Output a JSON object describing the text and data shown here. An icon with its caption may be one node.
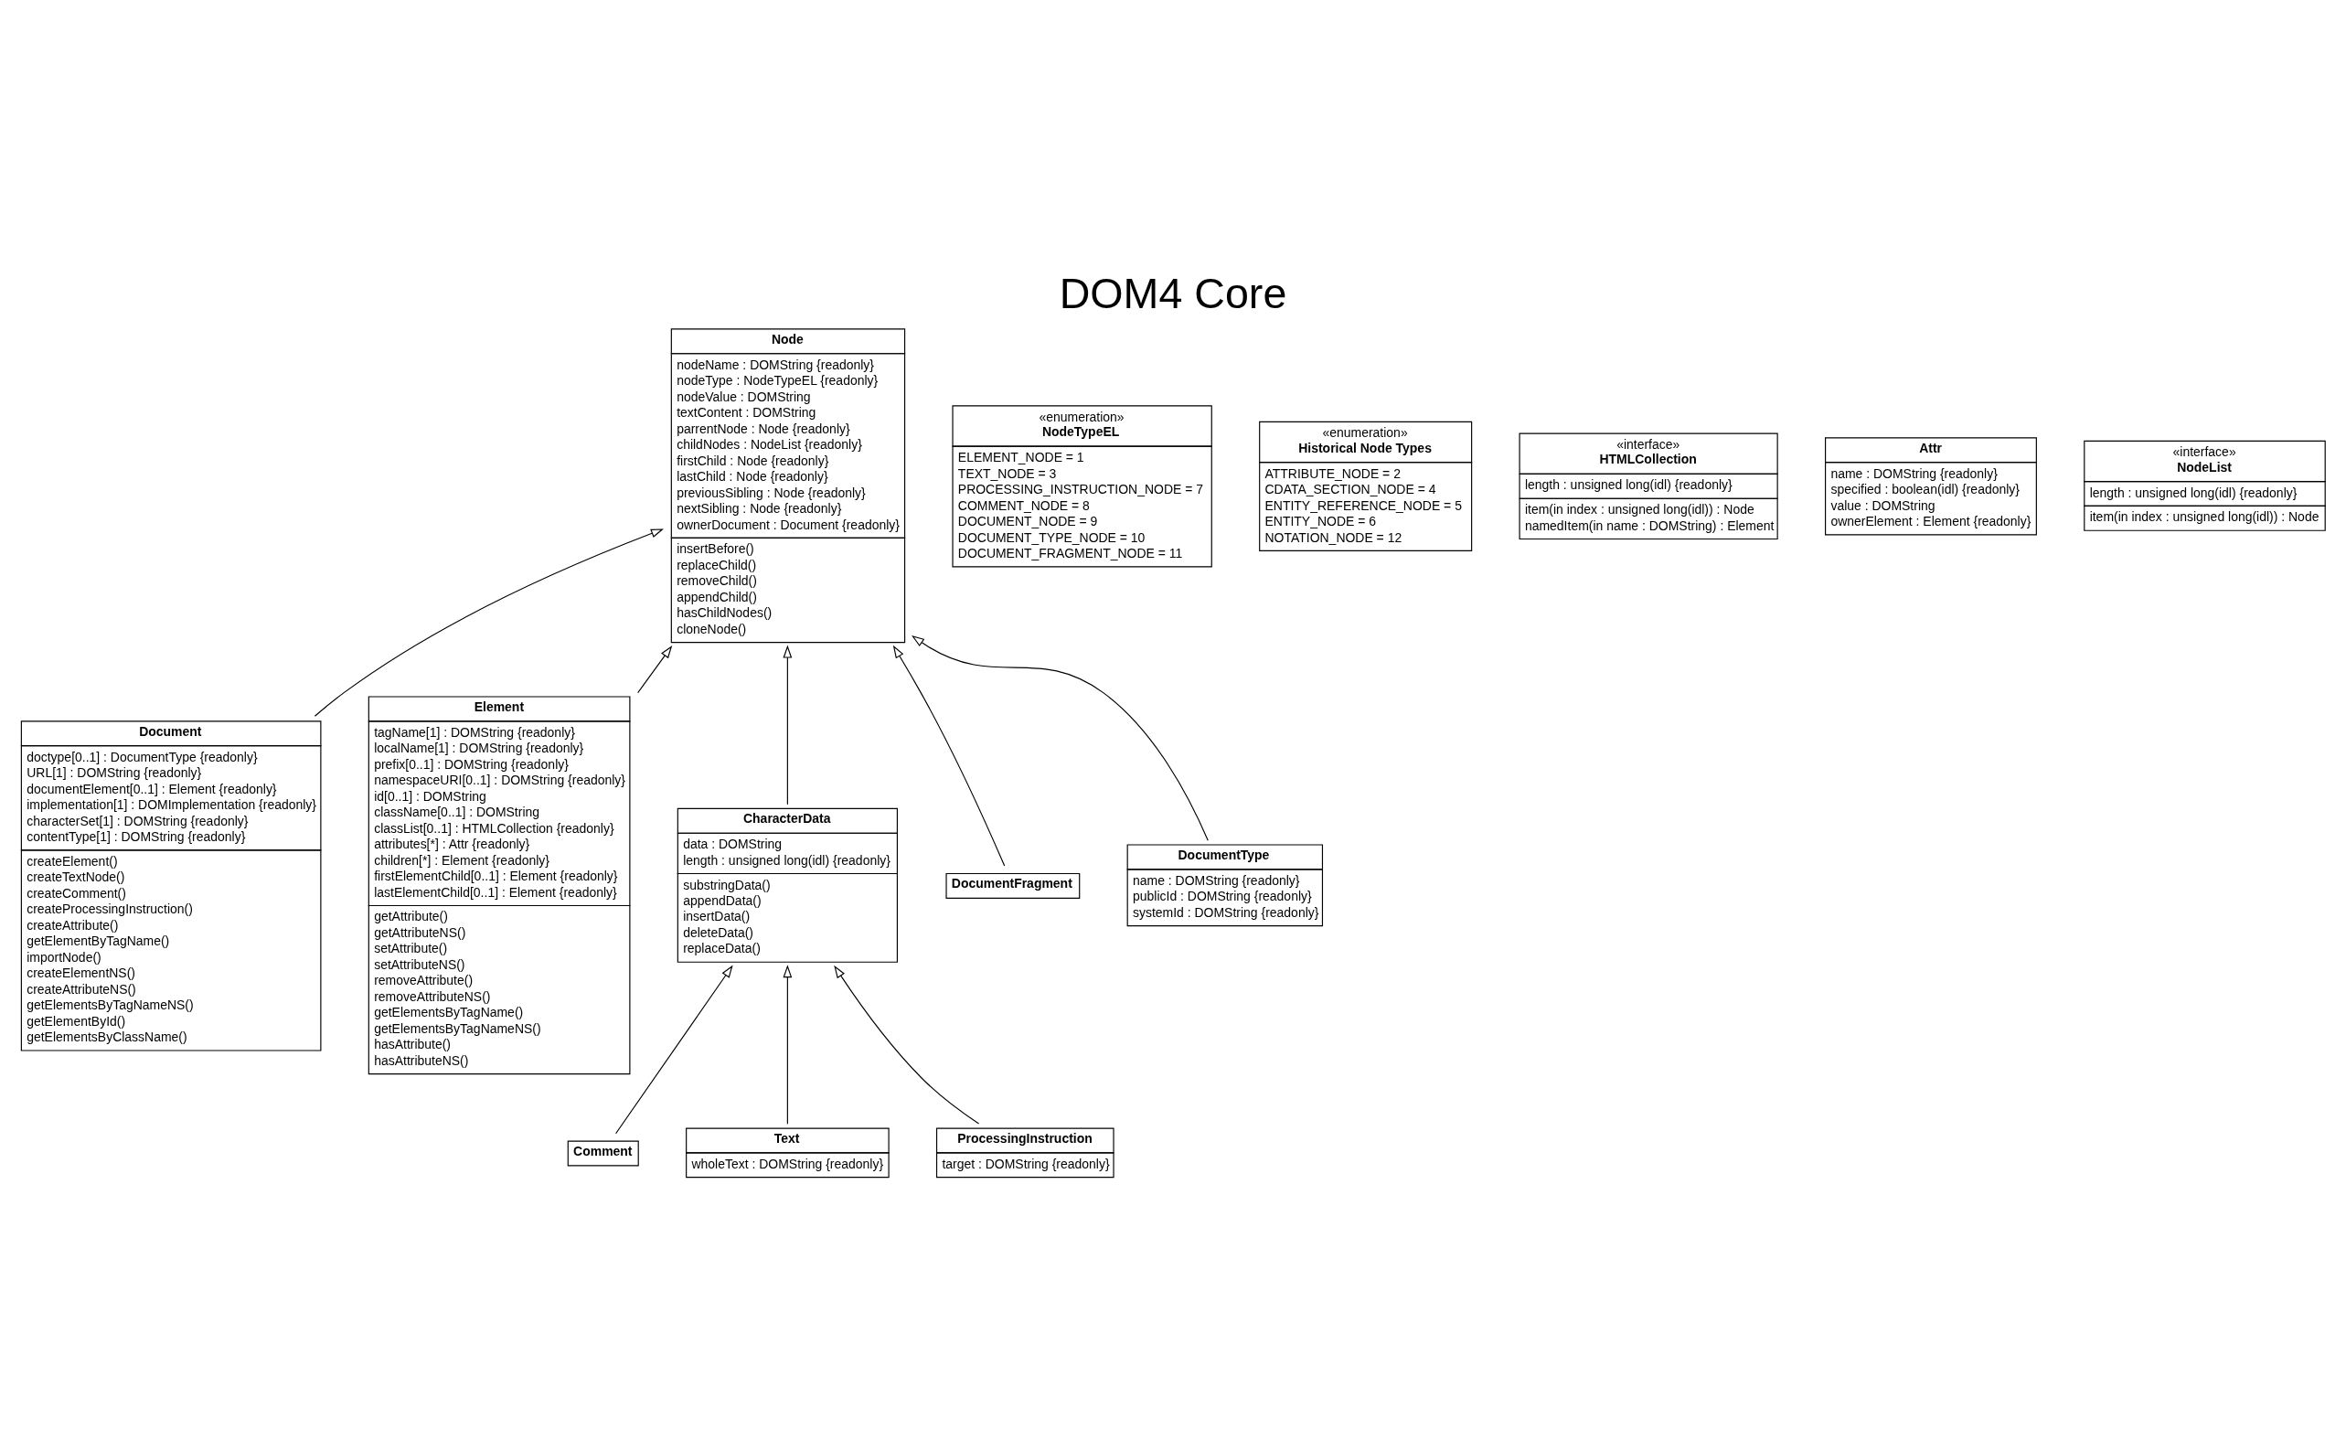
{
  "diagram": {
    "title": "DOM4 Core",
    "nodes": [
      {
        "text": [
          "Node",
          "nodeName : DOMString {readonly}",
          "nodeType : NodeTypeEL {readonly}",
          "nodeValue : DOMString",
          "textContent : DOMString",
          "parrentNode : Node {readonly}",
          "childNodes : NodeList {readonly}",
          "firstChild : Node {readonly}",
          "lastChild : Node {readonly}",
          "previousSibling : Node {readonly}",
          "nextSibling : Node {readonly}",
          "ownerDocument : Document {readonly}",
          "insertBefore()",
          "replaceChild()",
          "removeChild()",
          "appendChild()",
          "hasChildNodes()",
          "cloneNode()"
        ]
      },
      {
        "text": [
          "«enumeration»",
          "NodeTypeEL",
          "ELEMENT_NODE = 1",
          "TEXT_NODE = 3",
          "PROCESSING_INSTRUCTION_NODE = 7",
          "COMMENT_NODE = 8",
          "DOCUMENT_NODE = 9",
          "DOCUMENT_TYPE_NODE = 10",
          "DOCUMENT_FRAGMENT_NODE = 11"
        ]
      },
      {
        "text": [
          "«enumeration»",
          "Historical Node Types",
          "ATTRIBUTE_NODE = 2",
          "CDATA_SECTION_NODE = 4",
          "ENTITY_REFERENCE_NODE = 5",
          "ENTITY_NODE = 6",
          "NOTATION_NODE = 12"
        ]
      },
      {
        "text": [
          "«interface»",
          "HTMLCollection",
          "length : unsigned long(idl) {readonly}",
          "item(in index : unsigned long(idl)) : Node",
          "namedItem(in name : DOMString) : Element"
        ]
      },
      {
        "text": [
          "Attr",
          "name : DOMString {readonly}",
          "specified : boolean(idl) {readonly}",
          "value : DOMString",
          "ownerElement : Element {readonly}"
        ]
      },
      {
        "text": [
          "«interface»",
          "NodeList",
          "length : unsigned long(idl) {readonly}",
          "item(in index : unsigned long(idl)) : Node"
        ]
      },
      {
        "text": [
          "Document",
          "doctype[0..1] : DocumentType {readonly}",
          "URL[1] : DOMString {readonly}",
          "documentElement[0..1] : Element {readonly}",
          "implementation[1] : DOMImplementation {readonly}",
          "characterSet[1] : DOMString {readonly}",
          "contentType[1] : DOMString {readonly}",
          "createElement()",
          "createTextNode()",
          "createComment()",
          "createProcessingInstruction()",
          "createAttribute()",
          "getElementByTagName()",
          "importNode()",
          "createElementNS()",
          "createAttributeNS()",
          "getElementsByTagNameNS()",
          "getElementById()",
          "getElementsByClassName()"
        ]
      },
      {
        "text": [
          "Element",
          "tagName[1] : DOMString {readonly}",
          "localName[1] : DOMString {readonly}",
          "prefix[0..1] : DOMString {readonly}",
          "namespaceURI[0..1] : DOMString {readonly}",
          "id[0..1] : DOMString",
          "className[0..1] : DOMString",
          "classList[0..1] : HTMLCollection {readonly}",
          "attributes[*] : Attr {readonly}",
          "children[*] : Element {readonly}",
          "firstElementChild[0..1] : Element {readonly}",
          "lastElementChild[0..1] : Element {readonly}",
          "getAttribute()",
          "getAttributeNS()",
          "setAttribute()",
          "setAttributeNS()",
          "removeAttribute()",
          "removeAttributeNS()",
          "getElementsByTagName()",
          "getElementsByTagNameNS()",
          "hasAttribute()",
          "hasAttributeNS()"
        ]
      },
      {
        "text": [
          "CharacterData",
          "data : DOMString",
          "length : unsigned long(idl) {readonly}",
          "substringData()",
          "appendData()",
          "insertData()",
          "deleteData()",
          "replaceData()"
        ]
      },
      {
        "text": [
          "DocumentFragment"
        ]
      },
      {
        "text": [
          "DocumentType",
          "name : DOMString {readonly}",
          "publicId : DOMString {readonly}",
          "systemId : DOMString {readonly}"
        ]
      },
      {
        "text": [
          "Comment"
        ]
      },
      {
        "text": [
          "Text",
          "wholeText : DOMString {readonly}"
        ]
      },
      {
        "text": [
          "ProcessingInstruction",
          "target : DOMString {readonly}"
        ]
      }
    ],
    "edges": [
      {
        "from": 6,
        "to": 0,
        "arrow": "to"
      },
      {
        "from": 7,
        "to": 0,
        "arrow": "to"
      },
      {
        "from": 8,
        "to": 0,
        "arrow": "to"
      },
      {
        "from": 10,
        "to": 0,
        "arrow": "to"
      },
      {
        "from": 9,
        "to": 0,
        "arrow": "to"
      },
      {
        "from": 11,
        "to": 8,
        "arrow": "to"
      },
      {
        "from": 12,
        "to": 8,
        "arrow": "to"
      },
      {
        "from": 13,
        "to": 8,
        "arrow": "to"
      }
    ]
  }
}
